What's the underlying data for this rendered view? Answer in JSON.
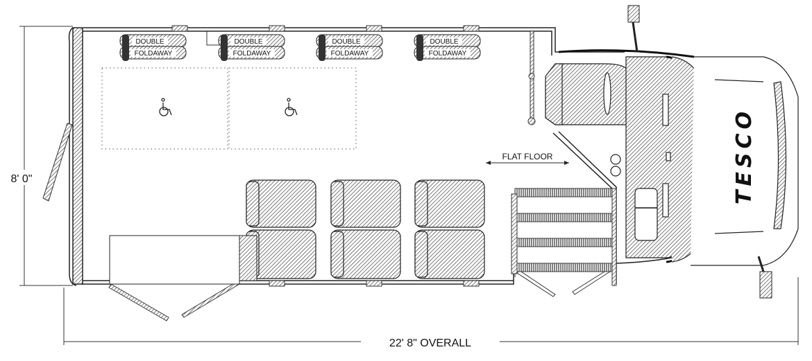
{
  "diagram": {
    "width_dimension": "8' 0\"",
    "length_dimension": "22' 8\" OVERALL",
    "floor_note": "FLAT FLOOR",
    "brand_logo": "TESCO",
    "foldaway_seats": [
      {
        "line1": "DOUBLE",
        "line2": "FOLDAWAY"
      },
      {
        "line1": "DOUBLE",
        "line2": "FOLDAWAY"
      },
      {
        "line1": "DOUBLE",
        "line2": "FOLDAWAY"
      },
      {
        "line1": "DOUBLE",
        "line2": "FOLDAWAY"
      }
    ],
    "wheelchair_positions": 2,
    "colors": {
      "line": "#222222",
      "hatch": "#555555",
      "background": "#ffffff"
    }
  }
}
